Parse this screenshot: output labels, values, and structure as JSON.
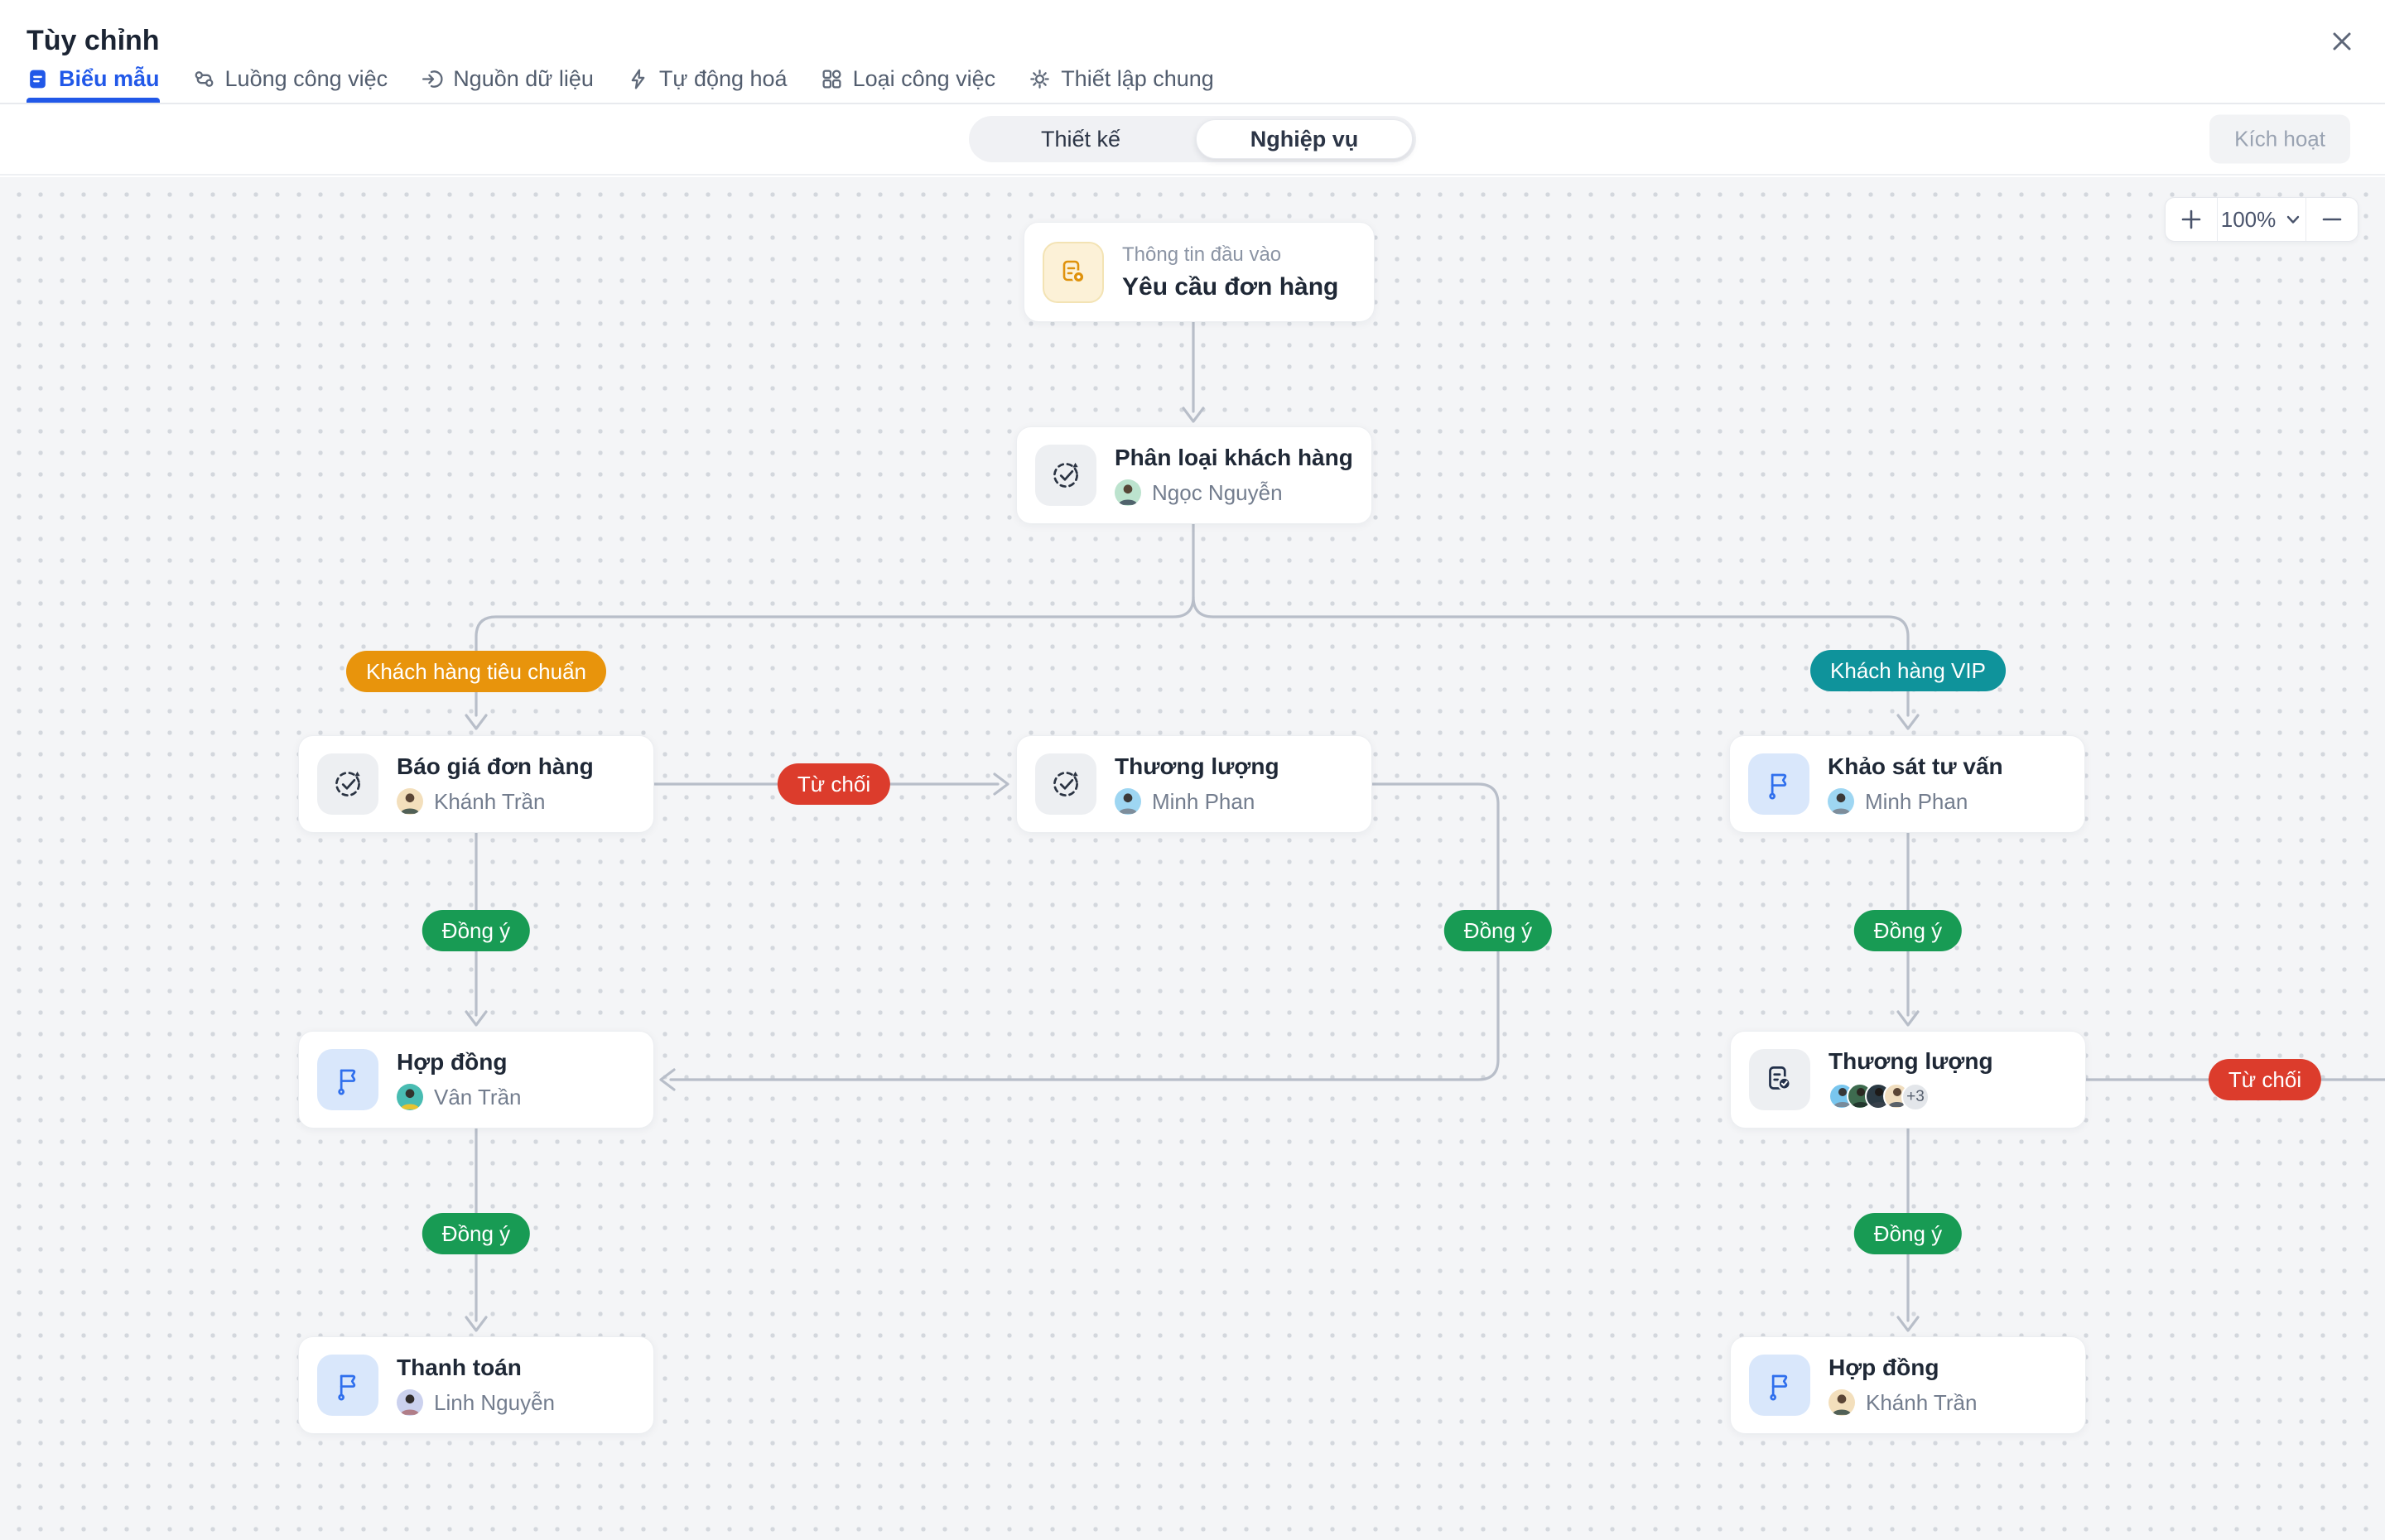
{
  "window": {
    "title": "Tùy chỉnh",
    "close_icon": "close-icon"
  },
  "tabs": [
    {
      "label": "Biểu mẫu",
      "icon": "form-icon",
      "active": true
    },
    {
      "label": "Luồng công việc",
      "icon": "workflow-icon",
      "active": false
    },
    {
      "label": "Nguồn dữ liệu",
      "icon": "datasource-icon",
      "active": false
    },
    {
      "label": "Tự động hoá",
      "icon": "automation-icon",
      "active": false
    },
    {
      "label": "Loại công việc",
      "icon": "worktype-icon",
      "active": false
    },
    {
      "label": "Thiết lập chung",
      "icon": "settings-icon",
      "active": false
    }
  ],
  "toolbar": {
    "mode_design": "Thiết kế",
    "mode_business": "Nghiệp vụ",
    "active_mode": "Nghiệp vụ",
    "activate_label": "Kích hoạt"
  },
  "zoom_widget": {
    "level": "100%",
    "plus_icon": "plus-icon",
    "minus_icon": "minus-icon",
    "chevron": "chevron-down-icon"
  },
  "badges": {
    "standard": {
      "text": "Khách hàng tiêu chuẩn",
      "color": "#E8940C"
    },
    "vip": {
      "text": "Khách hàng VIP",
      "color": "#0F939B"
    },
    "agree": {
      "text": "Đồng ý",
      "color": "#189B54"
    },
    "reject": {
      "text": "Từ chối",
      "color": "#DC3C2C"
    }
  },
  "nodes": [
    {
      "id": "input",
      "subtitle": "Thông tin đầu vào",
      "title": "Yêu cầu đơn hàng",
      "icon": "document-input-icon"
    },
    {
      "id": "classify",
      "title": "Phân loại khách hàng",
      "assignee": "Ngọc Nguyễn",
      "avatar_color": "#BCE3CE",
      "icon": "process-icon"
    },
    {
      "id": "quote",
      "title": "Báo giá đơn hàng",
      "assignee": "Khánh Trần",
      "avatar_color": "#F3DFBC",
      "icon": "process-icon"
    },
    {
      "id": "negotiate-mid",
      "title": "Thương lượng",
      "assignee": "Minh Phan",
      "avatar_color": "#9ED6F2",
      "icon": "process-icon"
    },
    {
      "id": "survey",
      "title": "Khảo sát tư vấn",
      "assignee": "Minh Phan",
      "avatar_color": "#9ED6F2",
      "icon": "flag-icon"
    },
    {
      "id": "contract-left",
      "title": "Hợp đồng",
      "assignee": "Vân Trần",
      "avatar_color": "#49BCB2",
      "icon": "flag-icon"
    },
    {
      "id": "negotiate-right",
      "title": "Thương lượng",
      "icon": "document-check-icon",
      "avatar_group": {
        "colors": [
          "#79C6EE",
          "#3E6B4F",
          "#2B3A44",
          "#F0DDBE"
        ],
        "overflow": "+3"
      }
    },
    {
      "id": "payment",
      "title": "Thanh toán",
      "assignee": "Linh Nguyễn",
      "avatar_color": "#CBD1EE",
      "icon": "flag-icon"
    },
    {
      "id": "contract-right",
      "title": "Hợp đồng",
      "assignee": "Khánh Trần",
      "avatar_color": "#F3DFBC",
      "icon": "flag-icon"
    }
  ],
  "colors": {
    "accent": "#2158E8",
    "edge": "#B8BEC9",
    "canvas_bg": "#F4F5F7",
    "node_bg": "#FFFFFF"
  }
}
